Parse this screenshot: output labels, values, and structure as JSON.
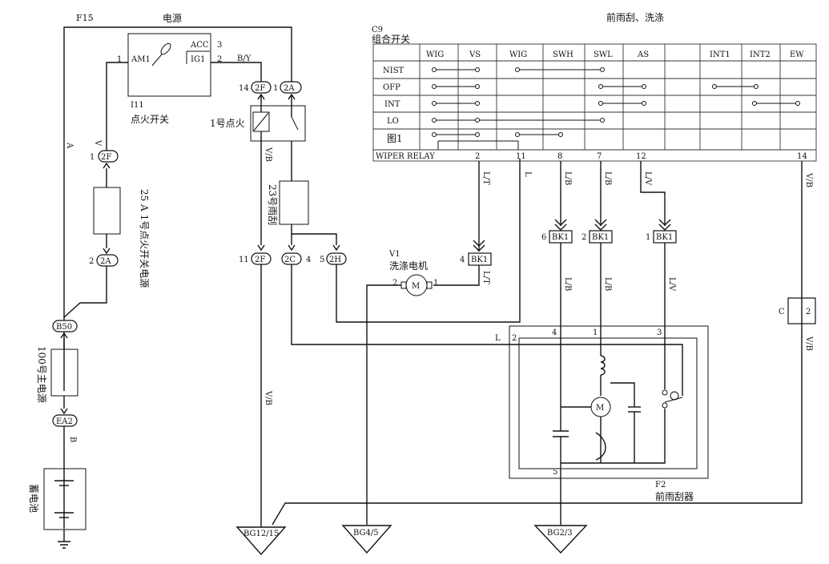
{
  "title": "前雨刮、洗涤",
  "power_label": "电源",
  "fuse_f15": "F15",
  "ignition": {
    "code": "I11",
    "name": "点火开关",
    "acc": "ACC",
    "acc_pin": "3",
    "am1": "AM1",
    "am1_pin": "1",
    "ig1": "IG1",
    "ig1_pin": "2",
    "wire_by": "B/Y"
  },
  "relay": {
    "name": "1号点火"
  },
  "switch_block": {
    "code": "C9",
    "name": "组合开关",
    "header": [
      "WIG",
      "VS",
      "WIG",
      "SWH",
      "SWL",
      "AS",
      "",
      "INT1",
      "INT2",
      "EW"
    ],
    "rows": [
      "NIST",
      "OFP",
      "INT",
      "LO",
      "图1"
    ],
    "relay_label": "WIPER RELAY",
    "pins": [
      "2",
      "11",
      "8",
      "7",
      "12",
      "14"
    ]
  },
  "wires": {
    "a": "A",
    "v": "V",
    "vb": "V/B",
    "lt": "L/T",
    "l": "L",
    "lb": "L/B",
    "lv": "L/V",
    "b": "B"
  },
  "fuses": {
    "f25": "25 A 1号点火开关电源",
    "f100": "100号主电源"
  },
  "fuse_f23": "23号雨刮",
  "connectors": {
    "c_2f_top": "2F",
    "c_2f_top_pin": "14",
    "c_2a_top": "2A",
    "c_2a_top_pin": "1",
    "c_2f_left": "2F",
    "c_2f_left_pin": "1",
    "c_2a_left": "2A",
    "c_2a_left_pin": "2",
    "c_b50": "B50",
    "c_ea2": "EA2",
    "c_2f_low": "2F",
    "c_2f_low_pin": "11",
    "c_2c": "2C",
    "c_2c_pin": "4",
    "c_2h": "2H",
    "c_2h_pin": "5"
  },
  "washer": {
    "code": "V1",
    "name": "洗涤电机",
    "pin_left": "2",
    "pin_right": "1",
    "motor": "M"
  },
  "bk1": [
    {
      "label": "BK1",
      "pin": "4"
    },
    {
      "label": "BK1",
      "pin": "6"
    },
    {
      "label": "BK1",
      "pin": "2"
    },
    {
      "label": "BK1",
      "pin": "1"
    }
  ],
  "wiper": {
    "code": "F2",
    "name": "前雨刮器",
    "pin_l": "L",
    "pin_l_num": "2",
    "pin4": "4",
    "pin1": "1",
    "pin3": "3",
    "pin5": "5",
    "motor": "M"
  },
  "c_joint": "C",
  "c_joint_pin": "2",
  "battery": "蓄电池",
  "grounds": [
    "BG12/15",
    "BG4/5",
    "BG2/3"
  ]
}
